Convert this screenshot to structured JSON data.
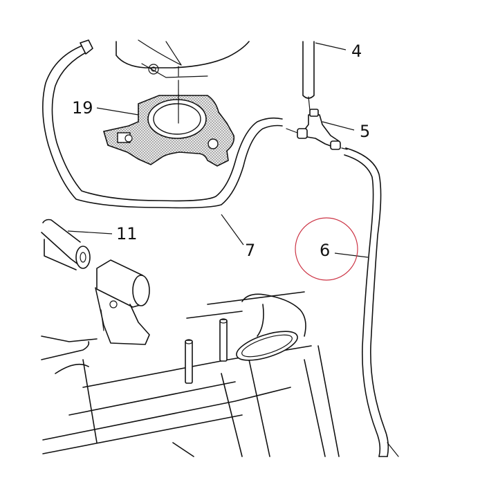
{
  "callouts": {
    "part_4": "4",
    "part_5": "5",
    "part_6": "6",
    "part_7": "7",
    "part_11": "11",
    "part_19": "19"
  },
  "highlight": {
    "color": "#cc3344",
    "target": "6"
  }
}
